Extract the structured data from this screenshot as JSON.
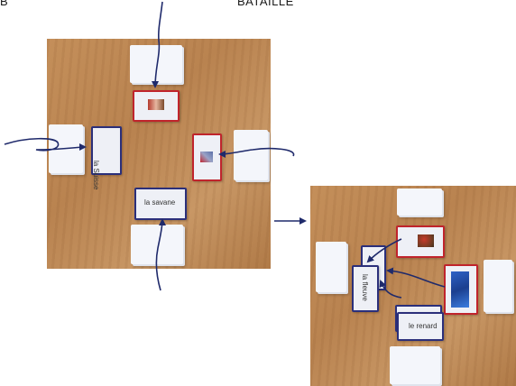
{
  "header": {
    "left_fragment": "B",
    "title": "BATAILLE"
  },
  "photo1": {
    "cards": {
      "left_label": "la Suisse",
      "bottom_label": "la savane"
    }
  },
  "photo2": {
    "cards": {
      "middle_label": "la fleuve",
      "bottom_label": "le renard"
    }
  },
  "colors": {
    "arrow": "#1f2a6b",
    "card_red_border": "#c0242c",
    "card_blue_border": "#2b2f7a",
    "table_wood": "#bd8752"
  }
}
